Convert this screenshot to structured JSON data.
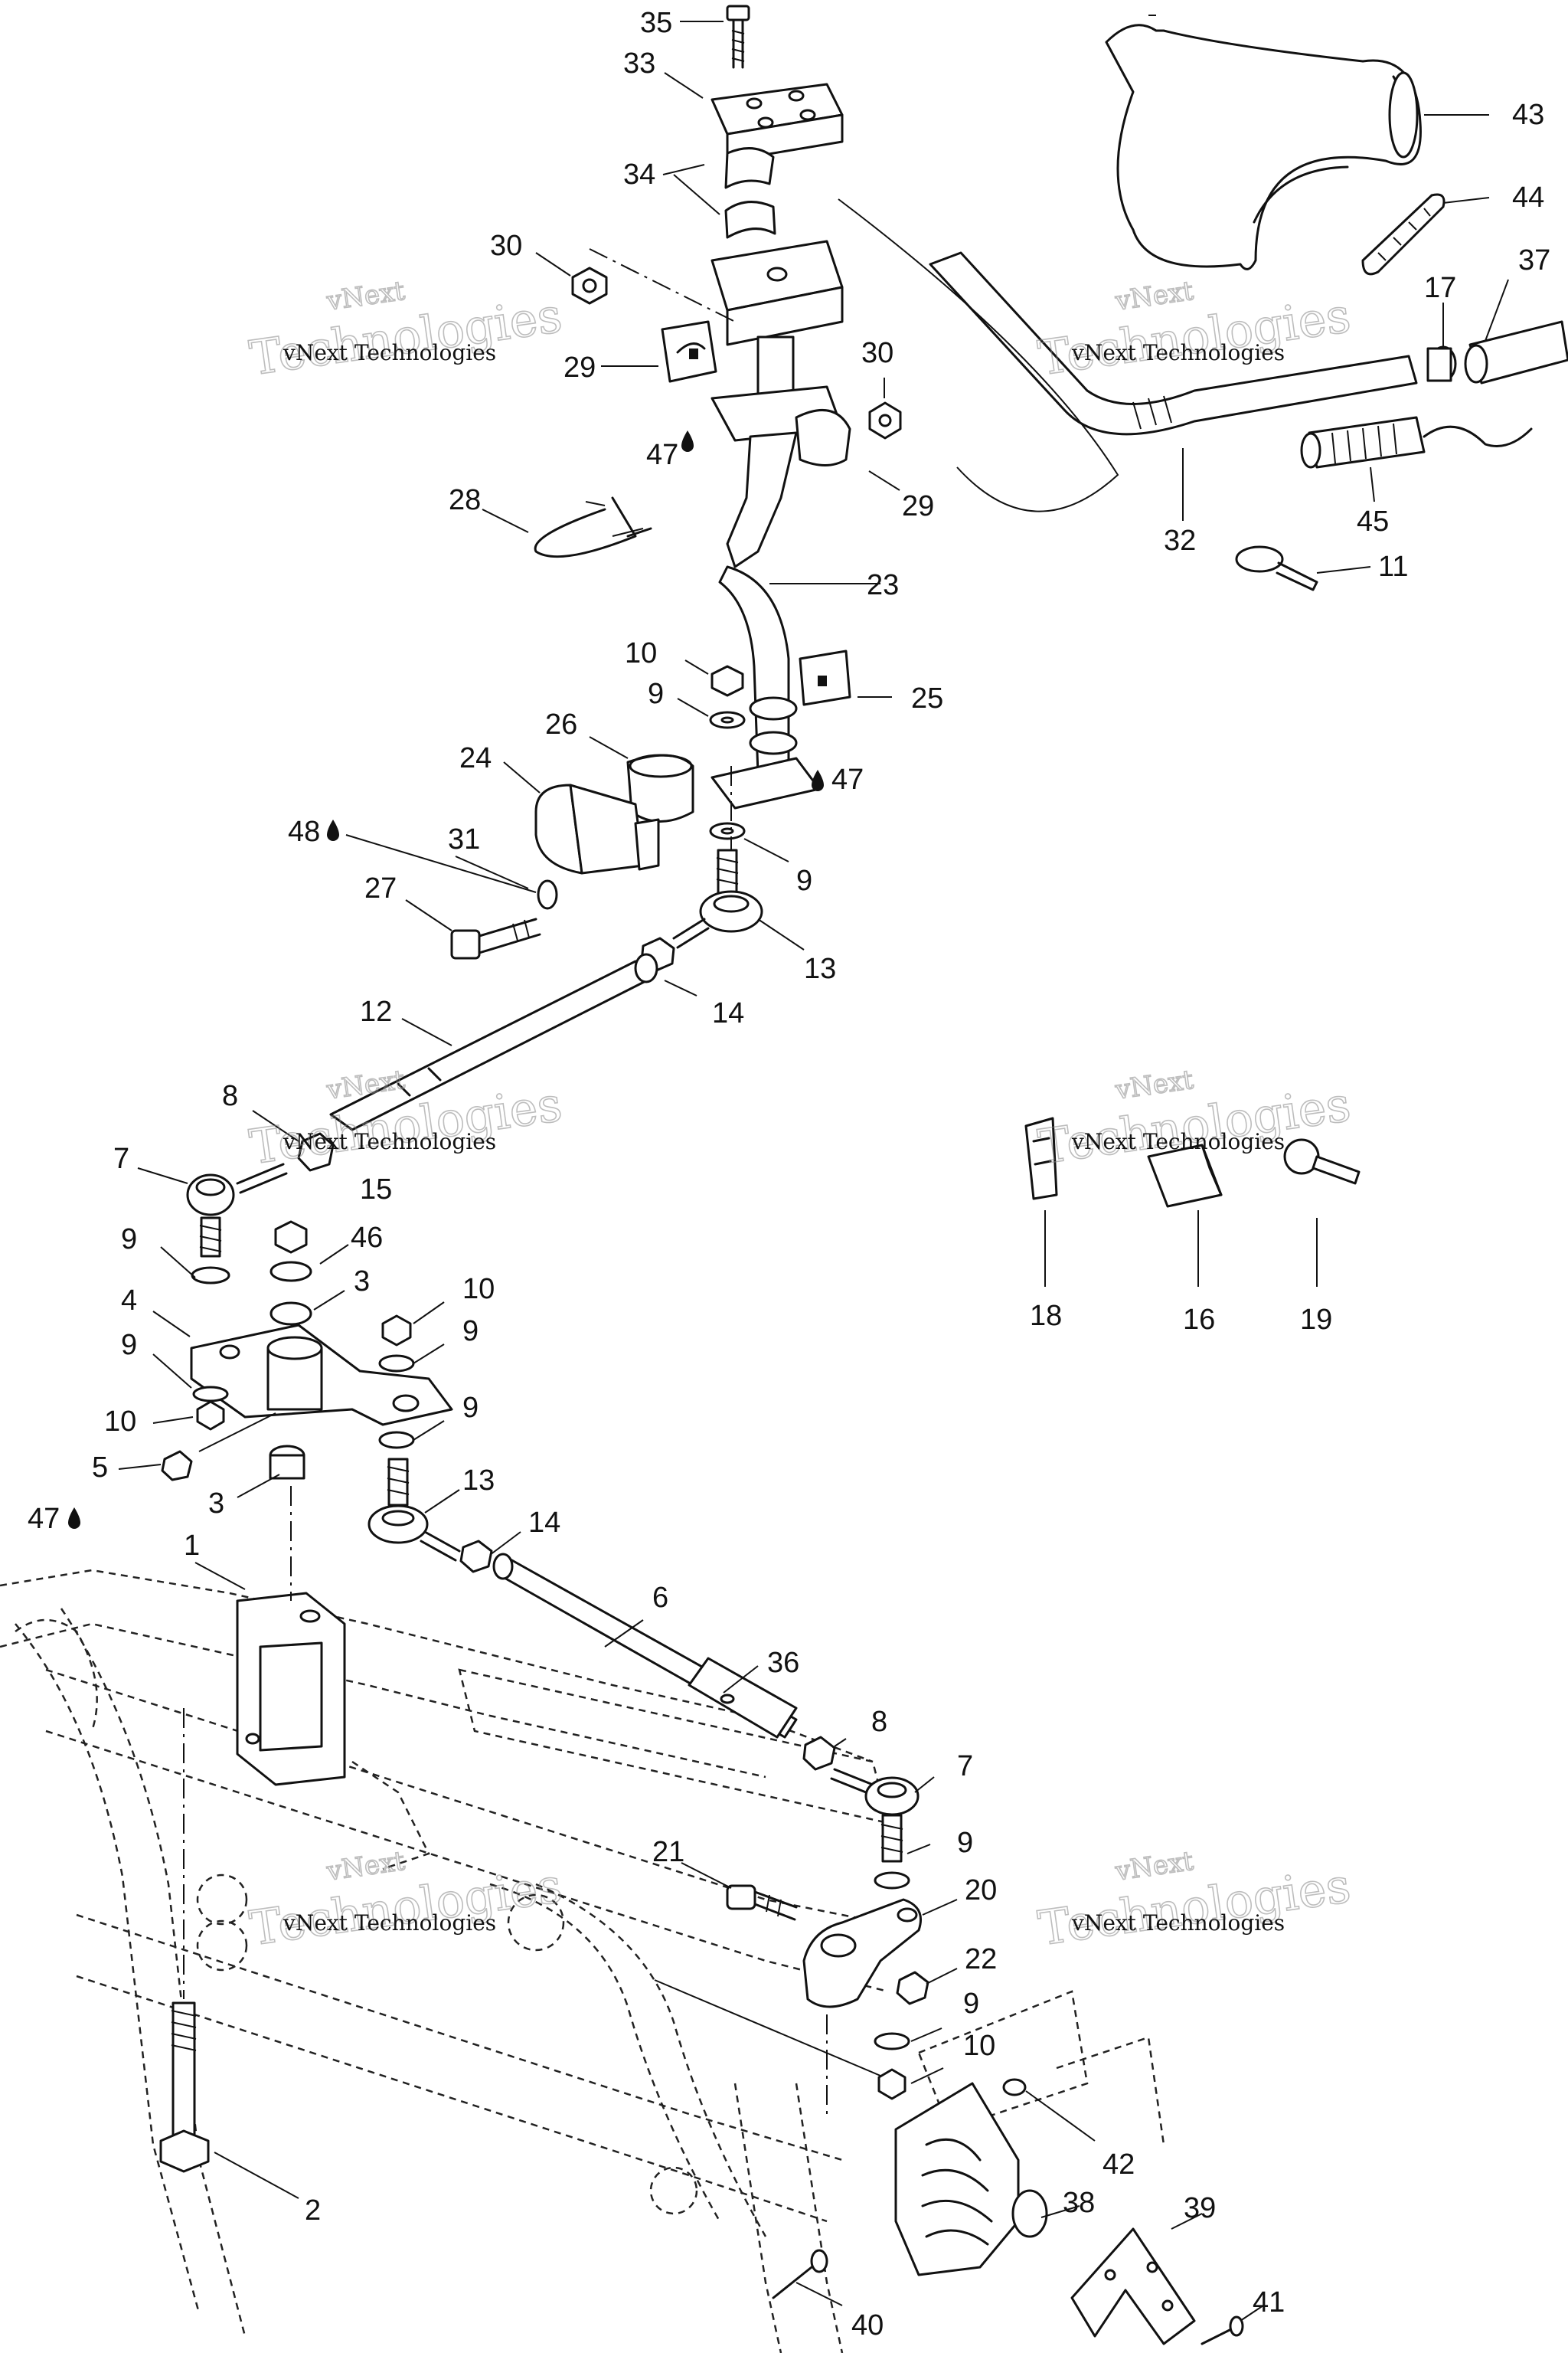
{
  "watermark": {
    "line1": "vNext",
    "line2": "Technologies",
    "combined": "vNext Technologies"
  },
  "callouts": [
    "35",
    "33",
    "34",
    "30",
    "29",
    "47",
    "30",
    "29",
    "28",
    "23",
    "10",
    "9",
    "25",
    "26",
    "24",
    "47",
    "48",
    "31",
    "27",
    "9",
    "13",
    "14",
    "12",
    "8",
    "7",
    "15",
    "46",
    "3",
    "9",
    "4",
    "10",
    "9",
    "9",
    "10",
    "9",
    "5",
    "47",
    "3",
    "13",
    "14",
    "1",
    "6",
    "36",
    "8",
    "7",
    "9",
    "21",
    "20",
    "22",
    "9",
    "10",
    "42",
    "2",
    "38",
    "39",
    "40",
    "41",
    "43",
    "44",
    "17",
    "37",
    "32",
    "45",
    "11",
    "18",
    "16",
    "19"
  ],
  "icons": {
    "lubricant": "oil-drop-icon"
  }
}
